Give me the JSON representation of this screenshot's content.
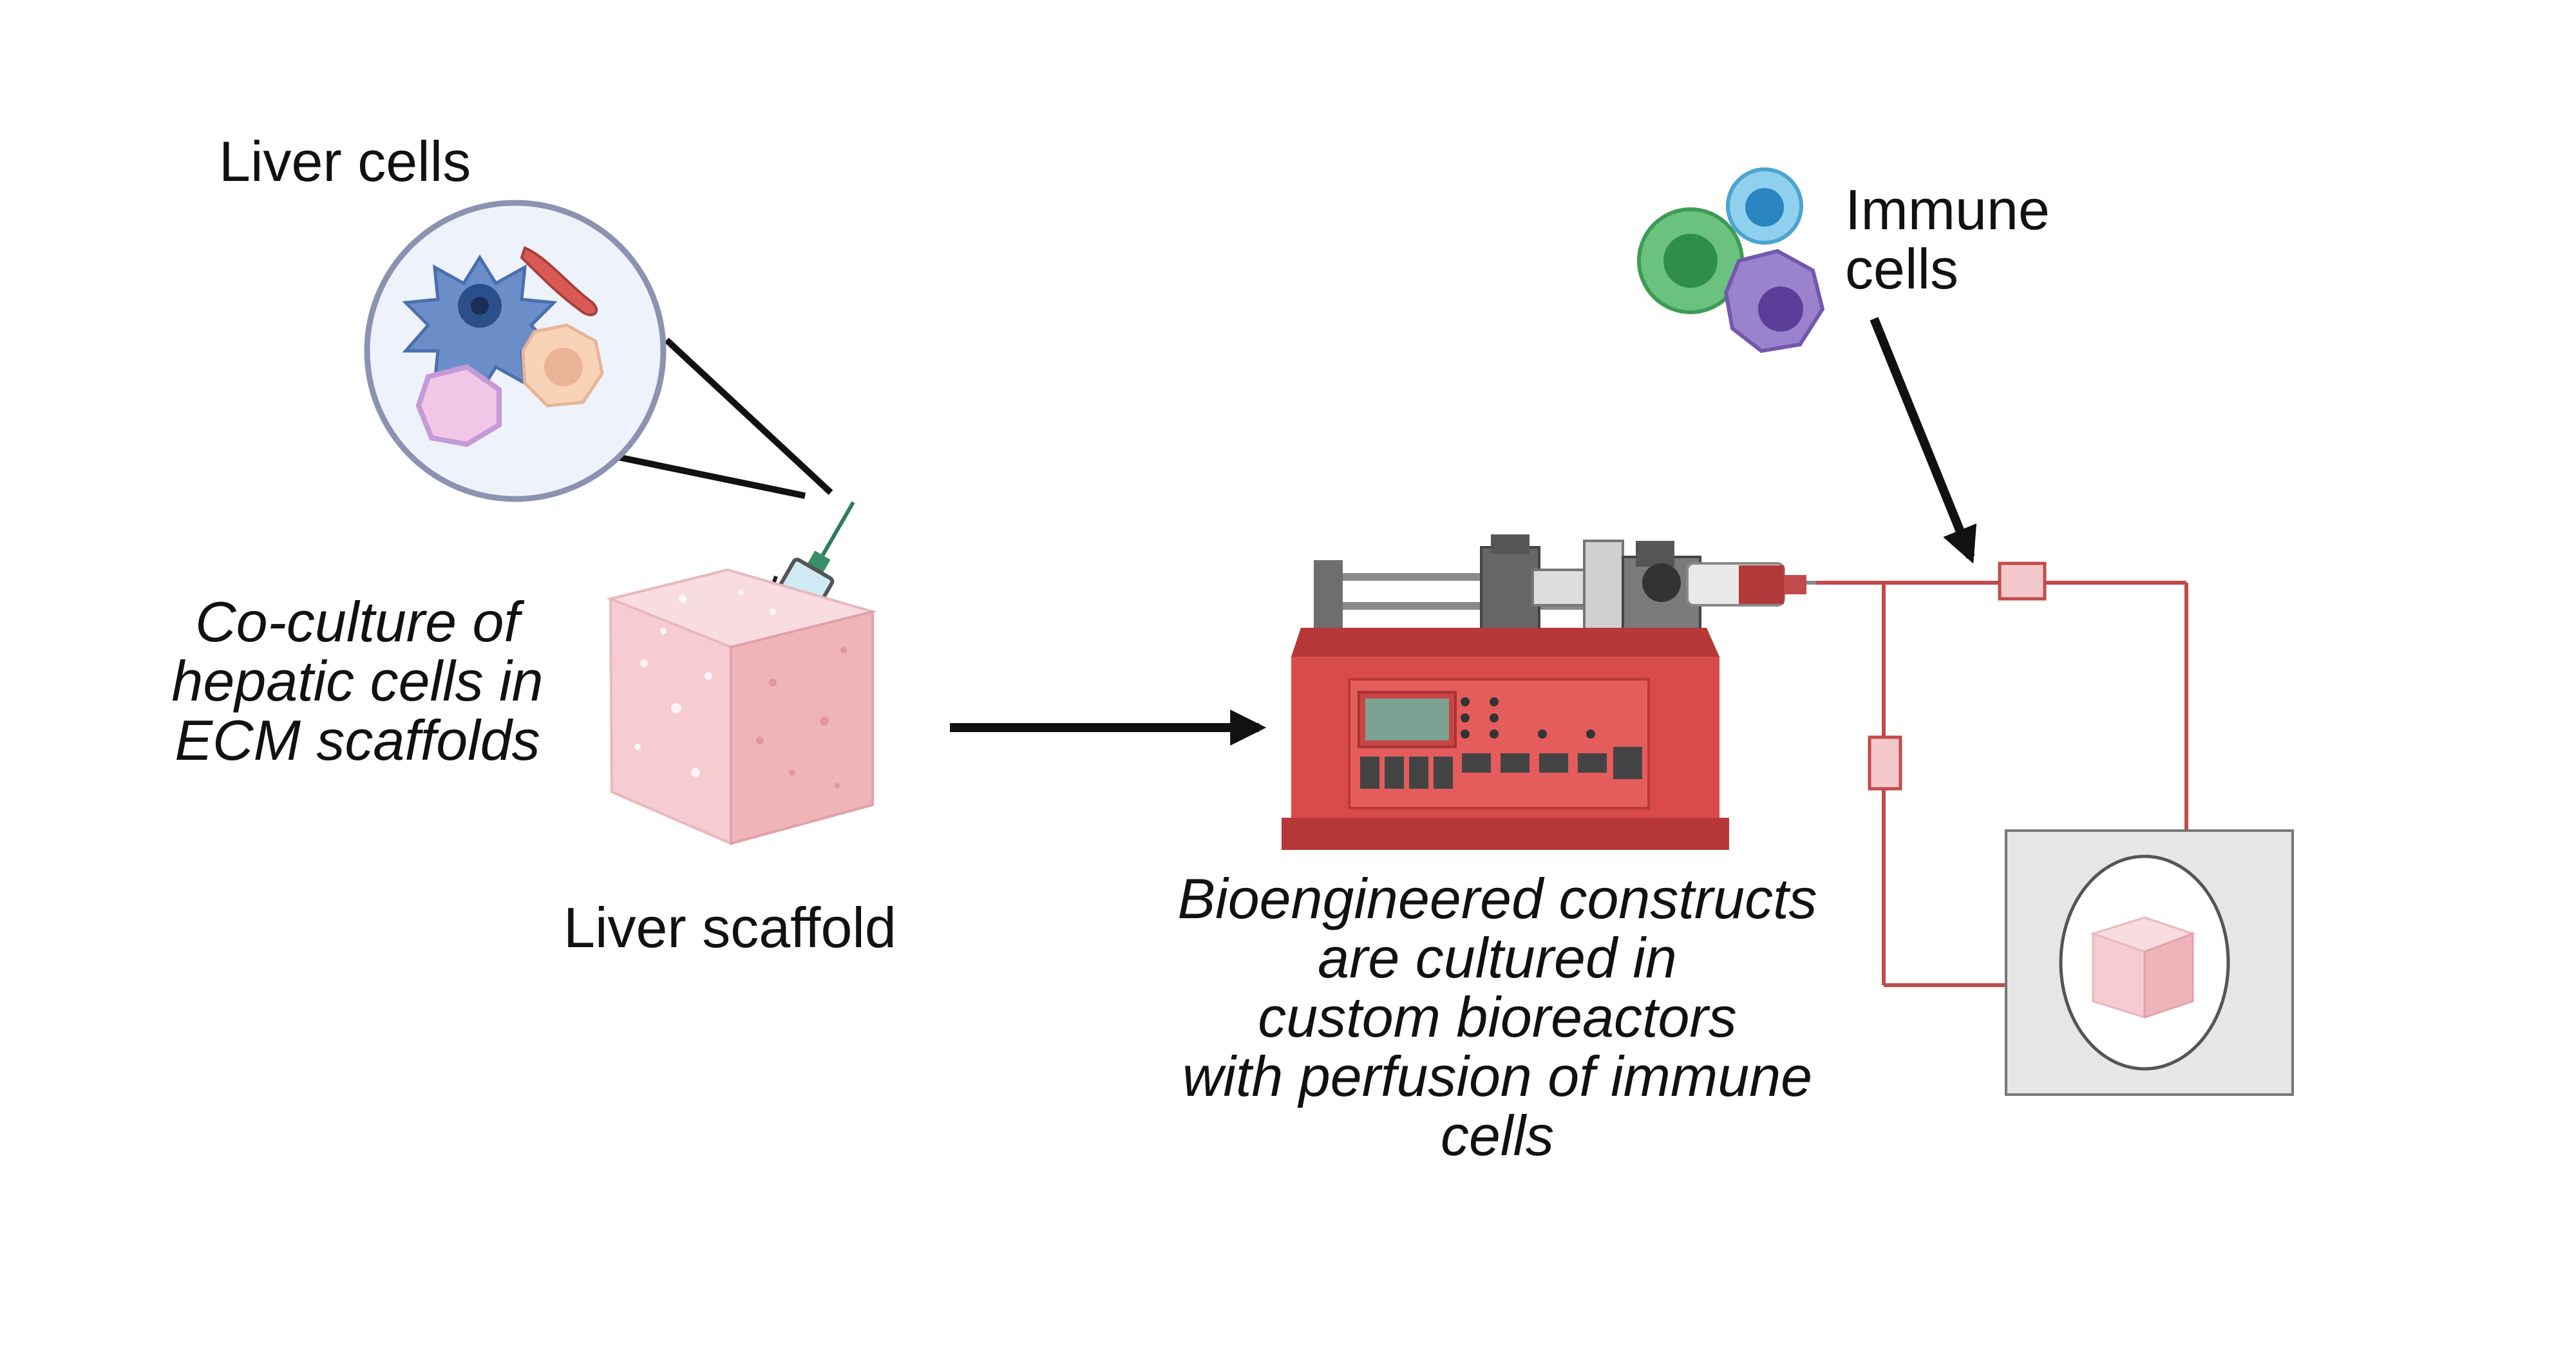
{
  "labels": {
    "liver_cells": "Liver cells",
    "coculture": [
      "Co-culture of",
      "hepatic cells in",
      "ECM scaffolds"
    ],
    "liver_scaffold": "Liver scaffold",
    "bioreactor": [
      "Bioengineered constructs",
      "are cultured in",
      "custom bioreactors",
      "with perfusion of immune",
      "cells"
    ],
    "immune_cells": [
      "Immune",
      "cells"
    ]
  },
  "colors": {
    "pump_red": "#d94b4b",
    "pump_dark_red": "#b83838",
    "tubing": "#c24a4a",
    "scaffold_pink": "#f5c9cc",
    "arrow": "#111111",
    "immune_green": "#3fae5e",
    "immune_blue": "#3aa6d8",
    "immune_purple": "#8e73c2",
    "chamber_gray": "#e6e6e6"
  },
  "icons": [
    "liver-cell-circle-icon",
    "syringe-icon",
    "scaffold-cube-icon",
    "syringe-pump-icon",
    "immune-cells-icon",
    "bioreactor-chamber-icon"
  ]
}
